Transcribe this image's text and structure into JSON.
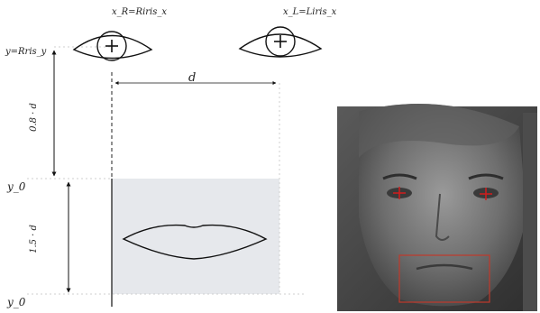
{
  "labels": {
    "right_eye_x": "x_R=Riris_x",
    "left_eye_x": "x_L=Liris_x",
    "eye_line_y": "y=Rris_y",
    "distance": "d",
    "upper_offset": "0.8 · d",
    "mouth_height": "1.5 · d",
    "mouth_top_y": "y_0",
    "mouth_bottom_y": "y_0"
  },
  "colors": {
    "mouth_region_fill": "#e6e8ec",
    "photo_marker": "#d21c1c",
    "photo_box": "#c0392b"
  }
}
